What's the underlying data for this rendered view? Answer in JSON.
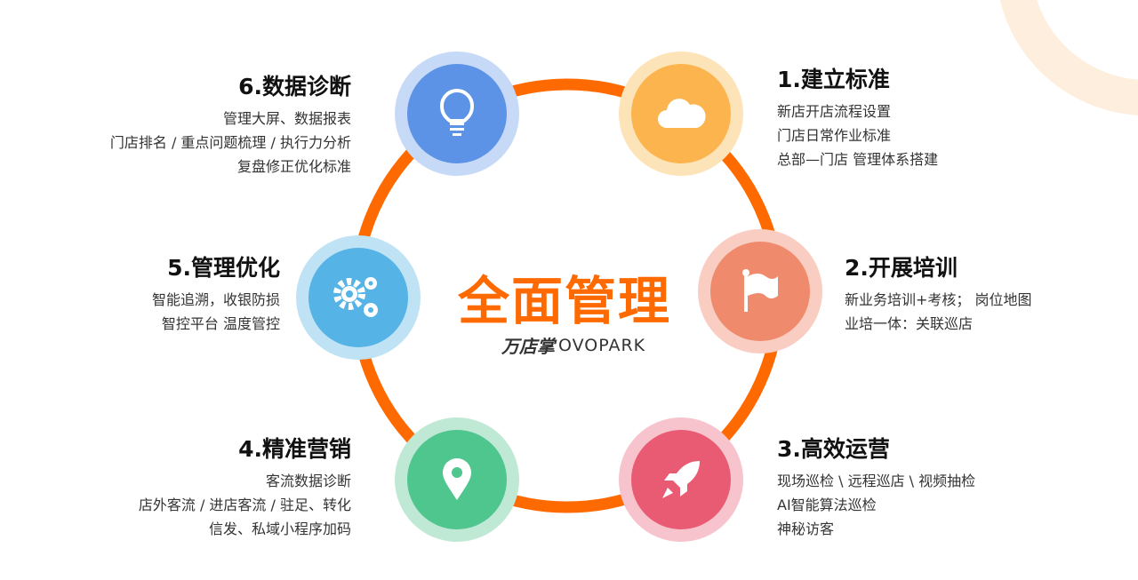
{
  "center": {
    "title": "全面管理",
    "logo_cn": "万店掌",
    "logo_en": "OVOPARK"
  },
  "colors": {
    "ring": "#ff6a00",
    "title": "#ff6a00"
  },
  "steps": [
    {
      "title": "1.建立标准",
      "icon": "cloud-icon",
      "color": "#fbb44e",
      "pale": "#fde3b8",
      "lines": [
        "新店开店流程设置",
        "门店日常作业标准",
        "总部—门店 管理体系搭建"
      ]
    },
    {
      "title": "2.开展培训",
      "icon": "flag-icon",
      "color": "#f08a6c",
      "pale": "#f9cdc1",
      "lines": [
        "新业务培训+考核； 岗位地图",
        "业培一体：关联巡店"
      ]
    },
    {
      "title": "3.高效运营",
      "icon": "rocket-icon",
      "color": "#e95b72",
      "pale": "#f7c3cc",
      "lines": [
        "现场巡检 \\ 远程巡店 \\ 视频抽检",
        "AI智能算法巡检",
        "神秘访客"
      ]
    },
    {
      "title": "4.精准营销",
      "icon": "location-pin-icon",
      "color": "#4fc68e",
      "pale": "#bfe8d5",
      "lines": [
        "客流数据诊断",
        "店外客流 / 进店客流 / 驻足、转化",
        "信发、私域小程序加码"
      ]
    },
    {
      "title": "5.管理优化",
      "icon": "gears-icon",
      "color": "#55b3e6",
      "pale": "#bfe3f5",
      "lines": [
        "智能追溯，收银防损",
        "智控平台 温度管控"
      ]
    },
    {
      "title": "6.数据诊断",
      "icon": "lightbulb-icon",
      "color": "#5d93e6",
      "pale": "#c6d9f7",
      "lines": [
        "管理大屏、数据报表",
        "门店排名 / 重点问题梳理 / 执行力分析",
        "复盘修正优化标准"
      ]
    }
  ]
}
